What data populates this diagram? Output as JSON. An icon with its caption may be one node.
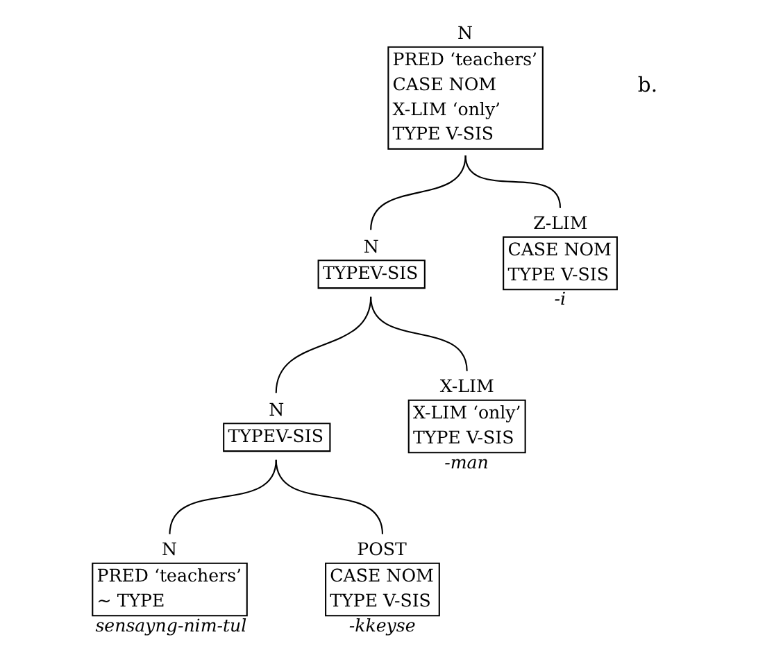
{
  "diagram": {
    "nodes": [
      {
        "text": [
          "N",
          "PRED ‘teachers’",
          "CASE NOM",
          "X-LIM ‘only’",
          "TYPE V-SIS"
        ]
      },
      {
        "text": [
          "N",
          "TYPEV-SIS"
        ]
      },
      {
        "text": [
          "Z-LIM",
          "CASE NOM",
          "TYPE V-SIS"
        ],
        "beside": [
          "-i"
        ]
      },
      {
        "text": [
          "N",
          "TYPEV-SIS"
        ]
      },
      {
        "text": [
          "X-LIM",
          "X-LIM ‘only’",
          "TYPE V-SIS"
        ],
        "beside": [
          "-man"
        ]
      },
      {
        "text": [
          "N",
          "PRED ‘teachers’",
          "∼ TYPE"
        ],
        "beside": [
          "sensayng-nim-tul"
        ]
      },
      {
        "text": [
          "POST",
          "CASE NOM",
          "TYPE V-SIS"
        ],
        "beside": [
          "-kkeyse"
        ]
      }
    ],
    "edges": [
      {
        "from": 0,
        "to": 1,
        "arrow": "none"
      },
      {
        "from": 0,
        "to": 2,
        "arrow": "none"
      },
      {
        "from": 1,
        "to": 3,
        "arrow": "none"
      },
      {
        "from": 1,
        "to": 4,
        "arrow": "none"
      },
      {
        "from": 3,
        "to": 5,
        "arrow": "none"
      },
      {
        "from": 3,
        "to": 6,
        "arrow": "none"
      }
    ],
    "labels": [
      "b."
    ]
  }
}
